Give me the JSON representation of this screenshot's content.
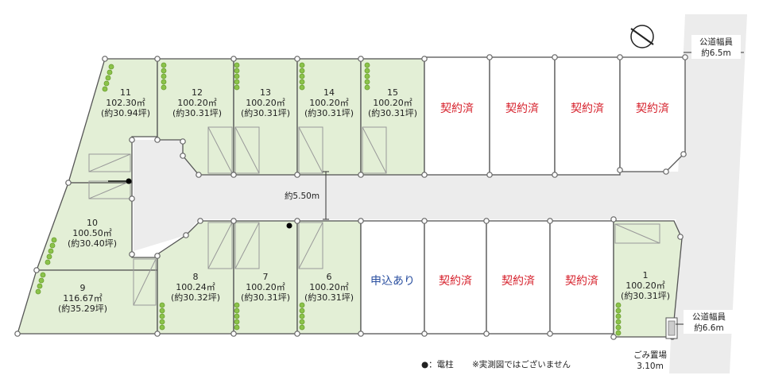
{
  "lots": [
    {
      "id": "11",
      "no": "11",
      "area": "102.30㎡",
      "tsubo": "(約30.94坪)",
      "status": "available"
    },
    {
      "id": "12",
      "no": "12",
      "area": "100.20㎡",
      "tsubo": "(約30.31坪)",
      "status": "available"
    },
    {
      "id": "13",
      "no": "13",
      "area": "100.20㎡",
      "tsubo": "(約30.31坪)",
      "status": "available"
    },
    {
      "id": "14",
      "no": "14",
      "area": "100.20㎡",
      "tsubo": "(約30.31坪)",
      "status": "available"
    },
    {
      "id": "15",
      "no": "15",
      "area": "100.20㎡",
      "tsubo": "(約30.31坪)",
      "status": "available"
    },
    {
      "id": "10",
      "no": "10",
      "area": "100.50㎡",
      "tsubo": "(約30.40坪)",
      "status": "available"
    },
    {
      "id": "9",
      "no": "9",
      "area": "116.67㎡",
      "tsubo": "(約35.29坪)",
      "status": "available"
    },
    {
      "id": "8",
      "no": "8",
      "area": "100.24㎡",
      "tsubo": "(約30.32坪)",
      "status": "available"
    },
    {
      "id": "7",
      "no": "7",
      "area": "100.20㎡",
      "tsubo": "(約30.31坪)",
      "status": "available"
    },
    {
      "id": "6",
      "no": "6",
      "area": "100.20㎡",
      "tsubo": "(約30.31坪)",
      "status": "available"
    },
    {
      "id": "1",
      "no": "1",
      "area": "100.20㎡",
      "tsubo": "(約30.31坪)",
      "status": "available"
    }
  ],
  "status_labels": {
    "sold": "契約済",
    "applied": "申込あり"
  },
  "road": {
    "width_label": "約5.50m"
  },
  "public_road_north": {
    "line1": "公道幅員",
    "line2": "約6.5m"
  },
  "public_road_south": {
    "line1": "公道幅員",
    "line2": "約6.6m"
  },
  "garbage": {
    "line1": "ごみ置場",
    "line2": "3.10m"
  },
  "legend": {
    "pole": "●：電柱",
    "note": "※実測図ではございません"
  },
  "colors": {
    "available_fill": "#e3efd6",
    "sold_text": "#d6202b",
    "applied_text": "#2a4fa0",
    "road_fill": "#ececec",
    "shrub": "#8bc34a"
  },
  "icons": {
    "compass": "north-arrow-icon"
  }
}
